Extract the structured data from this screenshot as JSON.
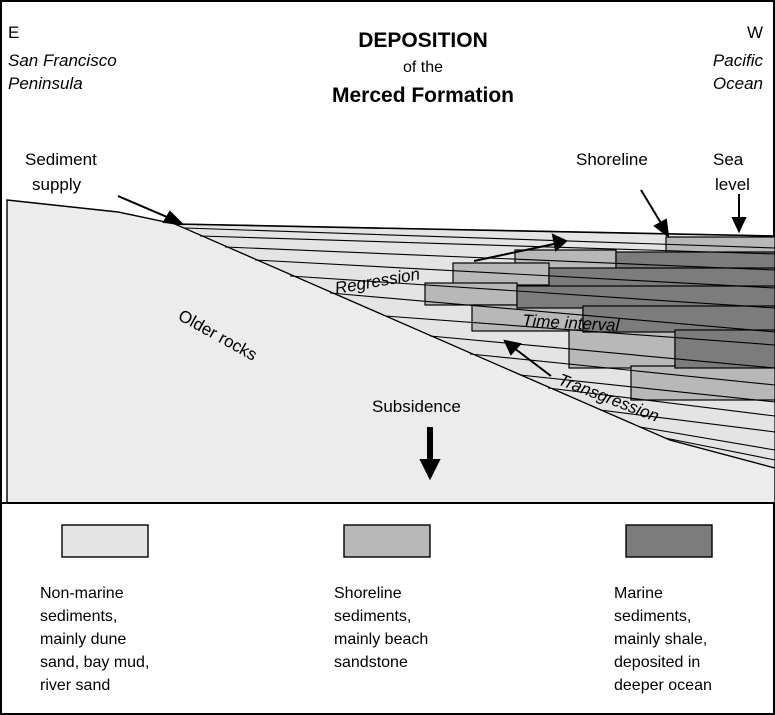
{
  "header": {
    "left_dir": "E",
    "left_place_1": "San Francisco",
    "left_place_2": "Peninsula",
    "title_1": "DEPOSITION",
    "title_2": "of the",
    "title_3": "Merced Formation",
    "right_dir": "W",
    "right_place_1": "Pacific",
    "right_place_2": "Ocean"
  },
  "labels": {
    "sediment_1": "Sediment",
    "sediment_2": "supply",
    "shoreline": "Shoreline",
    "sea_1": "Sea",
    "sea_2": "level",
    "regression": "Regression",
    "time_interval": "Time interval",
    "transgression": "Transgression",
    "older_rocks": "Older rocks",
    "subsidence": "Subsidence"
  },
  "legend": [
    {
      "lines": [
        "Non-marine",
        "sediments,",
        "mainly dune",
        "sand, bay mud,",
        "river sand"
      ],
      "color": "#e4e4e4"
    },
    {
      "lines": [
        "Shoreline",
        "sediments,",
        "mainly  beach",
        "sandstone"
      ],
      "color": "#b8b8b8"
    },
    {
      "lines": [
        "Marine",
        "sediments,",
        "mainly shale,",
        "deposited  in",
        "deeper ocean"
      ],
      "color": "#7c7c7c"
    }
  ],
  "colors": {
    "non_marine": "#e4e4e4",
    "shoreline": "#b8b8b8",
    "marine": "#7c7c7c",
    "older_rocks": "#ececec"
  }
}
